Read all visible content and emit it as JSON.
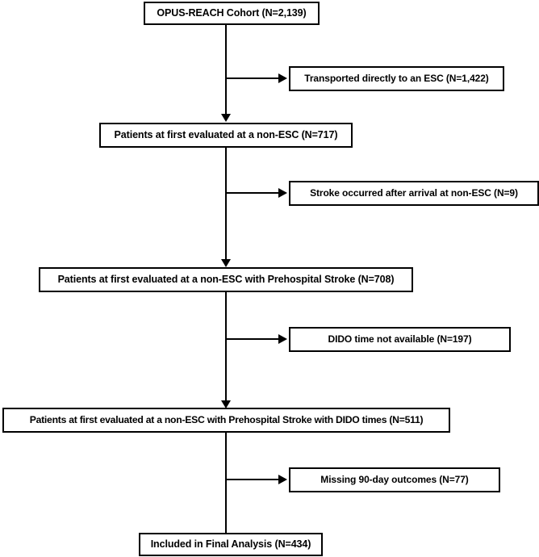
{
  "chart_data": {
    "type": "diagram",
    "title": "OPUS-REACH cohort patient flow (CONSORT-style flow diagram)",
    "orientation": "top-to-bottom",
    "nodes": [
      {
        "id": "cohort",
        "label": "OPUS-REACH Cohort (N=2,139)",
        "n": 2139,
        "role": "main"
      },
      {
        "id": "esc",
        "label": "Transported directly to an ESC (N=1,422)",
        "n": 1422,
        "role": "excluded"
      },
      {
        "id": "nonesc",
        "label": "Patients at first evaluated at a non-ESC (N=717)",
        "n": 717,
        "role": "main"
      },
      {
        "id": "stroke",
        "label": "Stroke occurred after arrival at non-ESC (N=9)",
        "n": 9,
        "role": "excluded"
      },
      {
        "id": "prehosp",
        "label": "Patients at first evaluated at a non-ESC with Prehospital Stroke (N=708)",
        "n": 708,
        "role": "main"
      },
      {
        "id": "dido",
        "label": "DIDO time not available (N=197)",
        "n": 197,
        "role": "excluded"
      },
      {
        "id": "didotimes",
        "label": "Patients at first evaluated at a non-ESC with Prehospital Stroke with DIDO times (N=511)",
        "n": 511,
        "role": "main"
      },
      {
        "id": "missing",
        "label": "Missing 90-day outcomes (N=77)",
        "n": 77,
        "role": "excluded"
      },
      {
        "id": "final",
        "label": "Included in Final Analysis (N=434)",
        "n": 434,
        "role": "main"
      }
    ],
    "edges": [
      {
        "from": "cohort",
        "to": "esc",
        "type": "branch-right"
      },
      {
        "from": "cohort",
        "to": "nonesc",
        "type": "down"
      },
      {
        "from": "nonesc",
        "to": "stroke",
        "type": "branch-right"
      },
      {
        "from": "nonesc",
        "to": "prehosp",
        "type": "down"
      },
      {
        "from": "prehosp",
        "to": "dido",
        "type": "branch-right"
      },
      {
        "from": "prehosp",
        "to": "didotimes",
        "type": "down"
      },
      {
        "from": "didotimes",
        "to": "missing",
        "type": "branch-right"
      },
      {
        "from": "didotimes",
        "to": "final",
        "type": "down"
      }
    ],
    "colors": {
      "stroke": "#000000",
      "fill": "#ffffff",
      "text": "#000000"
    }
  },
  "diagram": {
    "boxes": {
      "cohort": "OPUS-REACH Cohort (N=2,139)",
      "transported_esc": "Transported directly to an ESC (N=1,422)",
      "non_esc": "Patients at first evaluated at a non-ESC (N=717)",
      "stroke_after_arrival": "Stroke occurred after arrival at non-ESC (N=9)",
      "prehospital_stroke": "Patients at first evaluated at a non-ESC with Prehospital Stroke (N=708)",
      "dido_unavailable": "DIDO time not available (N=197)",
      "dido_times": "Patients at first evaluated at a non-ESC with Prehospital Stroke with DIDO times (N=511)",
      "missing_outcomes": "Missing 90-day outcomes (N=77)",
      "final_analysis": "Included in Final Analysis (N=434)"
    }
  }
}
